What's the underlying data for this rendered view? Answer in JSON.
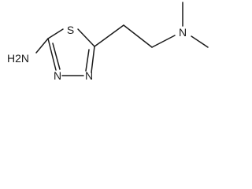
{
  "molecule": {
    "atoms": {
      "sulfur": "S",
      "amine": "H2N",
      "ring_n1": "N",
      "ring_n2": "N",
      "dimethylamine": "N"
    },
    "colors": {
      "bond": "#1a1a1a",
      "label": "#1a1a1a",
      "background": "#ffffff"
    }
  }
}
